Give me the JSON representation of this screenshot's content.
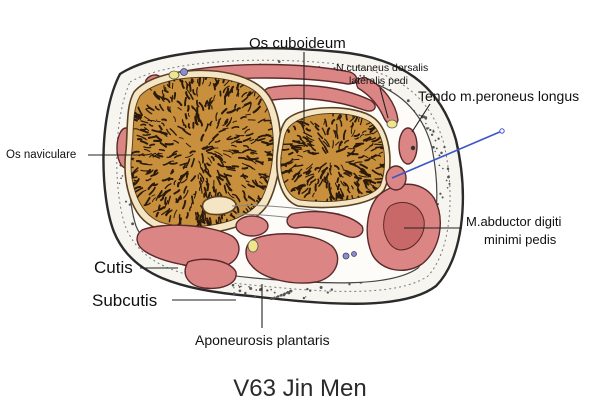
{
  "labels": {
    "os_cuboideum": "Os cuboideum",
    "n_cutaneus_line1": "N.cutaneus dorsalis",
    "n_cutaneus_line2": "lateralis pedi",
    "tendo_peroneus": "Tendo m.peroneus longus",
    "os_naviculare": "Os naviculare",
    "m_abductor_line1": "M.abductor digiti",
    "m_abductor_line2": "minimi pedis",
    "cutis": "Cutis",
    "subcutis": "Subcutis",
    "aponeurosis": "Aponeurosis plantaris"
  },
  "caption": "V63 Jin Men",
  "colors": {
    "skin_outline": "#2b2b2b",
    "subcutis_fill": "#f7f5ef",
    "muscle": "#dc8585",
    "muscle_dark": "#c96868",
    "bone_cortex": "#f4e6c4",
    "bone_spongy": "#c88f3c",
    "trabecula": "#2a1a0c",
    "needle": "#3a56c8",
    "vessel_yellow": "#efe68a",
    "vessel_blue": "#8a8ad8"
  }
}
